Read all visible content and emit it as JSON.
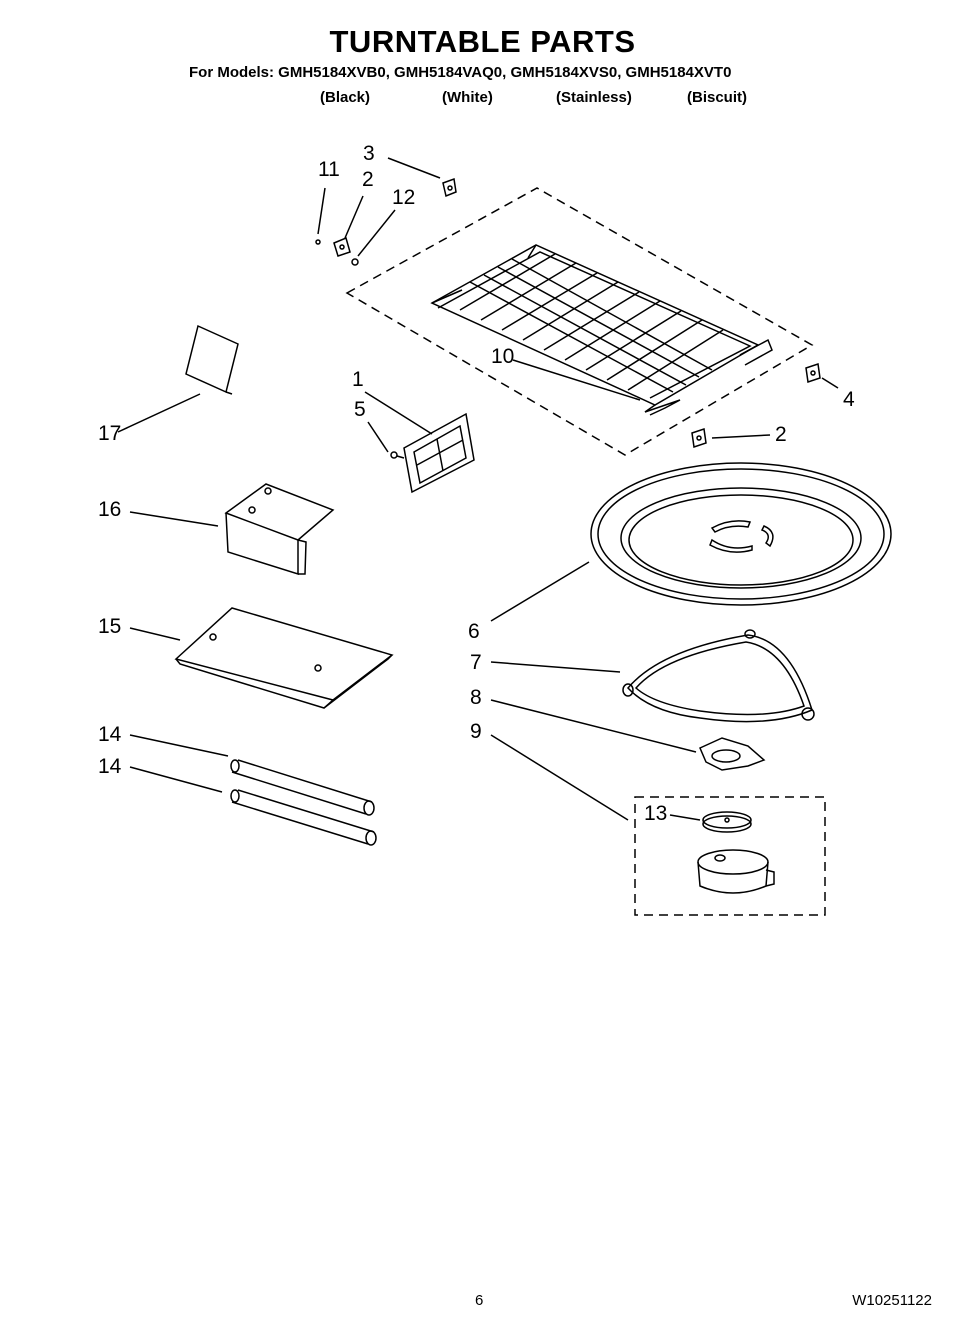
{
  "header": {
    "title": "TURNTABLE PARTS",
    "models_line": "For Models: GMH5184XVB0, GMH5184VAQ0, GMH5184XVS0, GMH5184XVT0",
    "colors": [
      "(Black)",
      "(White)",
      "(Stainless)",
      "(Biscuit)"
    ]
  },
  "callouts": {
    "c1": "1",
    "c2a": "2",
    "c2b": "2",
    "c3": "3",
    "c4": "4",
    "c5": "5",
    "c6": "6",
    "c7": "7",
    "c8": "8",
    "c9": "9",
    "c10": "10",
    "c11": "11",
    "c12": "12",
    "c13": "13",
    "c14a": "14",
    "c14b": "14",
    "c15": "15",
    "c16": "16",
    "c17": "17"
  },
  "footer": {
    "page_number": "6",
    "document_number": "W10251122"
  }
}
